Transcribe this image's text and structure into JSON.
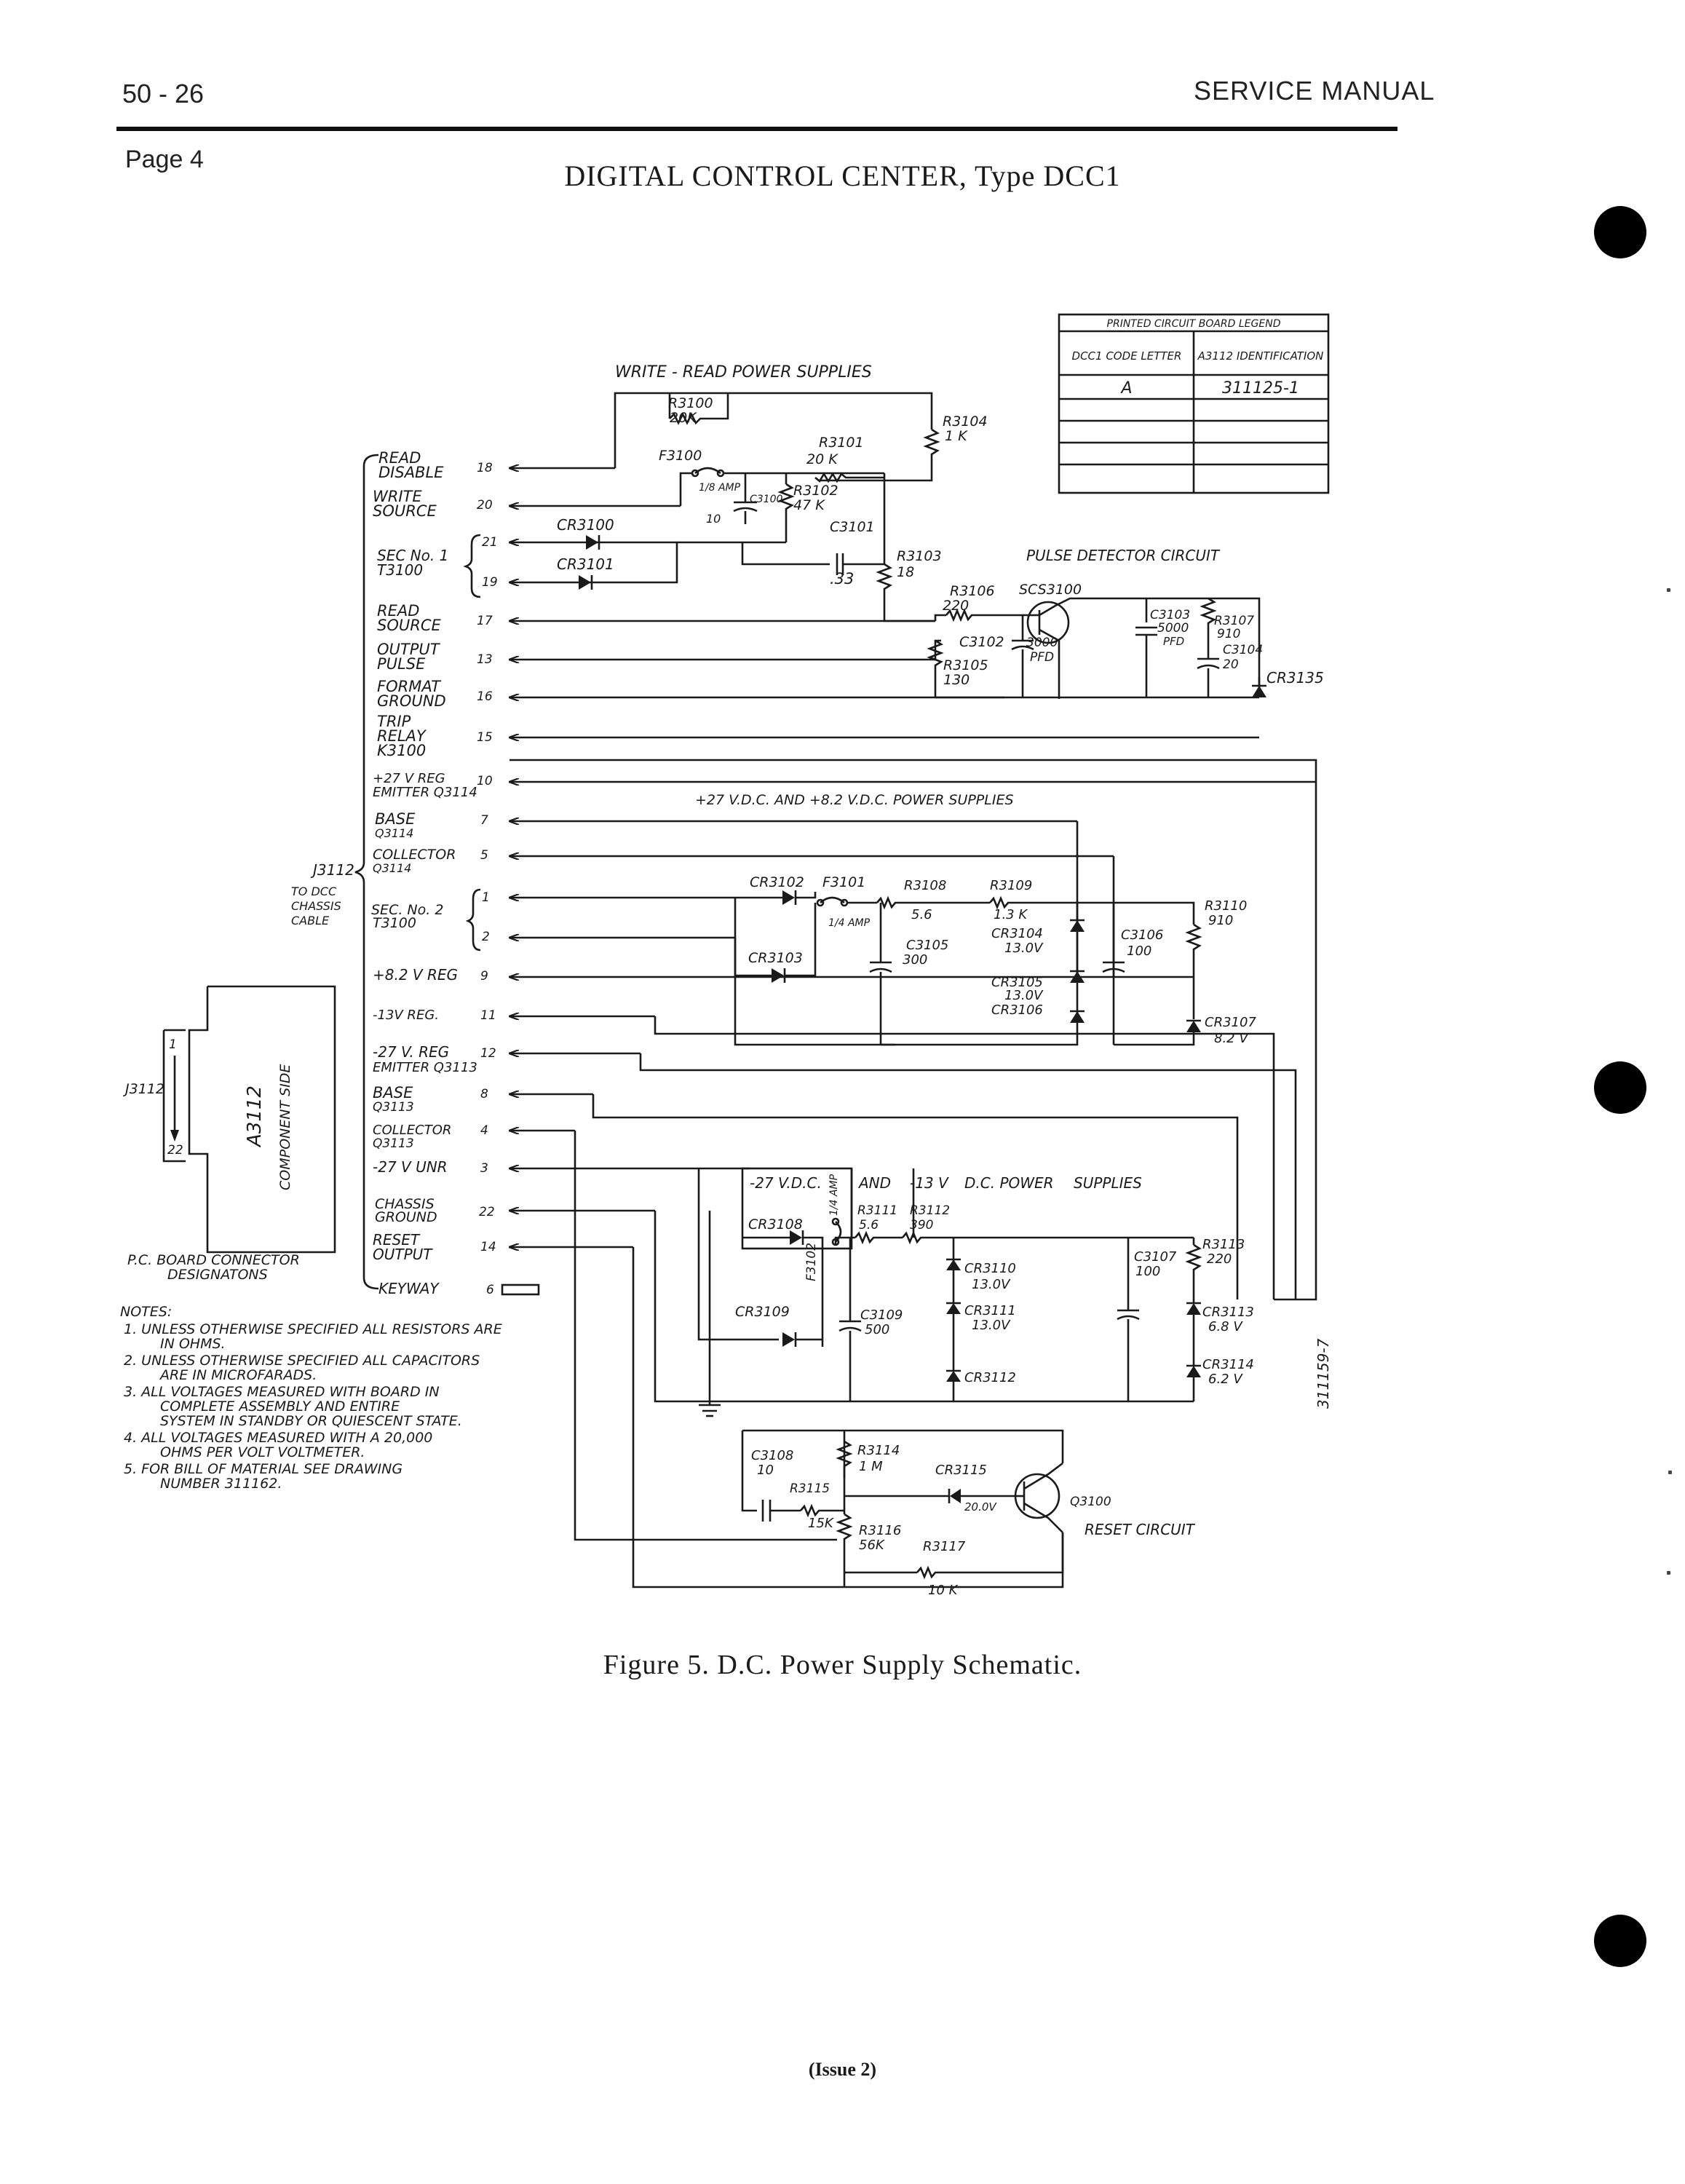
{
  "header": {
    "page_number": "50 - 26",
    "manual_title": "SERVICE MANUAL",
    "page_label": "Page 4",
    "document_title": "DIGITAL CONTROL CENTER, Type DCC1"
  },
  "legend": {
    "title": "PRINTED CIRCUIT BOARD LEGEND",
    "col1": "DCC1 CODE LETTER",
    "col2": "A3112 IDENTIFICATION",
    "row_code": "A",
    "row_id": "311125-1"
  },
  "sections": {
    "write_read": "WRITE - READ POWER SUPPLIES",
    "pulse_detector": "PULSE DETECTOR CIRCUIT",
    "supplies_27": "+27 V.D.C. AND +8.2 V.D.C. POWER SUPPLIES",
    "neg_27": "-27 V.D.C.",
    "neg_and": "AND",
    "neg_13": "-13 V",
    "neg_dc": "D.C. POWER",
    "neg_supplies": "SUPPLIES",
    "reset_circuit": "RESET CIRCUIT"
  },
  "connector": {
    "name": "J3112",
    "to": "TO DCC",
    "chassis": "CHASSIS",
    "cable": "CABLE",
    "pins": [
      {
        "label1": "READ",
        "label2": "DISABLE",
        "pin": "18"
      },
      {
        "label1": "WRITE",
        "label2": "SOURCE",
        "pin": "20"
      },
      {
        "label1": "SEC No. 1",
        "label2": "T3100",
        "pin": "21",
        "pin2": "19"
      },
      {
        "label1": "READ",
        "label2": "SOURCE",
        "pin": "17"
      },
      {
        "label1": "OUTPUT",
        "label2": "PULSE",
        "pin": "13"
      },
      {
        "label1": "FORMAT",
        "label2": "GROUND",
        "pin": "16"
      },
      {
        "label1": "TRIP",
        "label2": "RELAY",
        "label3": "K3100",
        "pin": "15"
      },
      {
        "label1": "+27 V REG",
        "label2": "EMITTER Q3114",
        "pin": "10"
      },
      {
        "label1": "BASE",
        "label2": "Q3114",
        "pin": "7"
      },
      {
        "label1": "COLLECTOR",
        "label2": "Q3114",
        "pin": "5"
      },
      {
        "label1": "SEC. No. 2",
        "label2": "T3100",
        "pin": "1",
        "pin2": "2"
      },
      {
        "label1": "+8.2 V REG",
        "pin": "9"
      },
      {
        "label1": "-13V REG.",
        "pin": "11"
      },
      {
        "label1": "-27 V. REG",
        "label2": "EMITTER Q3113",
        "pin": "12"
      },
      {
        "label1": "BASE",
        "label2": "Q3113",
        "pin": "8"
      },
      {
        "label1": "COLLECTOR",
        "label2": "Q3113",
        "pin": "4"
      },
      {
        "label1": "-27 V UNR",
        "pin": "3"
      },
      {
        "label1": "CHASSIS",
        "label2": "GROUND",
        "pin": "22"
      },
      {
        "label1": "RESET",
        "label2": "OUTPUT",
        "pin": "14"
      },
      {
        "label1": "KEYWAY",
        "pin": "6"
      }
    ]
  },
  "board": {
    "j_label": "J3112",
    "pin_top": "1",
    "pin_bottom": "22",
    "board_name": "A3112",
    "side": "COMPONENT SIDE",
    "caption1": "P.C. BOARD CONNECTOR",
    "caption2": "DESIGNATONS"
  },
  "components": {
    "r3100": "R3100",
    "r3100v": "20K",
    "r3104": "R3104",
    "r3104v": "1 K",
    "f3100": "F3100",
    "f3100v": "1/8 AMP",
    "r3101": "R3101",
    "r3101v": "20 K",
    "c3100": "C3100",
    "c3100v": "10",
    "r3102": "R3102",
    "r3102v": "47 K",
    "cr3100": "CR3100",
    "cr3101": "CR3101",
    "c3101": "C3101",
    "c3101v": ".33",
    "r3103": "R3103",
    "r3103v": "18",
    "r3106": "R3106",
    "r3106v": "220",
    "scs3100": "SCS3100",
    "c3103": "C3103",
    "c3103v": "5000",
    "c3103u": "PFD",
    "r3107": "R3107",
    "r3107v": "910",
    "c3104": "C3104",
    "c3104v": "20",
    "c3102": "C3102",
    "c3102v": "3000",
    "c3102u": "PFD",
    "r3105": "R3105",
    "r3105v": "130",
    "cr3135": "CR3135",
    "cr3102": "CR3102",
    "f3101": "F3101",
    "f3101v": "1/4 AMP",
    "r3108": "R3108",
    "r3108v": "5.6",
    "r3109": "R3109",
    "r3109v": "1.3 K",
    "cr3104": "CR3104",
    "cr3104v": "13.0V",
    "c3106": "C3106",
    "c3106v": "100",
    "r3110": "R3110",
    "r3110v": "910",
    "cr3103": "CR3103",
    "c3105": "C3105",
    "c3105v": "300",
    "cr3105": "CR3105",
    "cr3105v": "13.0V",
    "cr3106": "CR3106",
    "cr3107": "CR3107",
    "cr3107v": "8.2 V",
    "cr3108": "CR3108",
    "f3102": "F3102",
    "f3102v": "1/4 AMP",
    "r3111": "R3111",
    "r3111v": "5.6",
    "r3112": "R3112",
    "r3112v": "390",
    "cr3110": "CR3110",
    "cr3110v": "13.0V",
    "cr3111": "CR3111",
    "cr3111v": "13.0V",
    "cr3109": "CR3109",
    "c3109": "C3109",
    "c3109v": "500",
    "cr3112": "CR3112",
    "c3107": "C3107",
    "c3107v": "100",
    "r3113": "R3113",
    "r3113v": "220",
    "cr3113": "CR3113",
    "cr3113v": "6.8 V",
    "cr3114": "CR3114",
    "cr3114v": "6.2 V",
    "c3108": "C3108",
    "c3108v": "10",
    "r3115": "R3115",
    "r3115v": "15K",
    "r3114": "R3114",
    "r3114v": "1 M",
    "cr3115": "CR3115",
    "cr3115v": "20.0V",
    "q3100": "Q3100",
    "r3116": "R3116",
    "r3116v": "56K",
    "r3117": "R3117",
    "r3117v": "10 K"
  },
  "drawing_number": "311159-7",
  "notes": [
    "NOTES:",
    "1. UNLESS OTHERWISE SPECIFIED ALL RESISTORS ARE",
    "IN OHMS.",
    "2. UNLESS OTHERWISE SPECIFIED ALL CAPACITORS",
    "ARE IN MICROFARADS.",
    "3. ALL VOLTAGES MEASURED WITH BOARD IN",
    "COMPLETE ASSEMBLY AND ENTIRE",
    "SYSTEM IN STANDBY OR QUIESCENT STATE.",
    "4. ALL VOLTAGES MEASURED WITH A 20,000",
    "OHMS PER VOLT VOLTMETER.",
    "5. FOR BILL OF MATERIAL SEE DRAWING",
    "NUMBER 311162."
  ],
  "caption": "Figure 5. D.C. Power Supply Schematic.",
  "issue": "(Issue 2)"
}
